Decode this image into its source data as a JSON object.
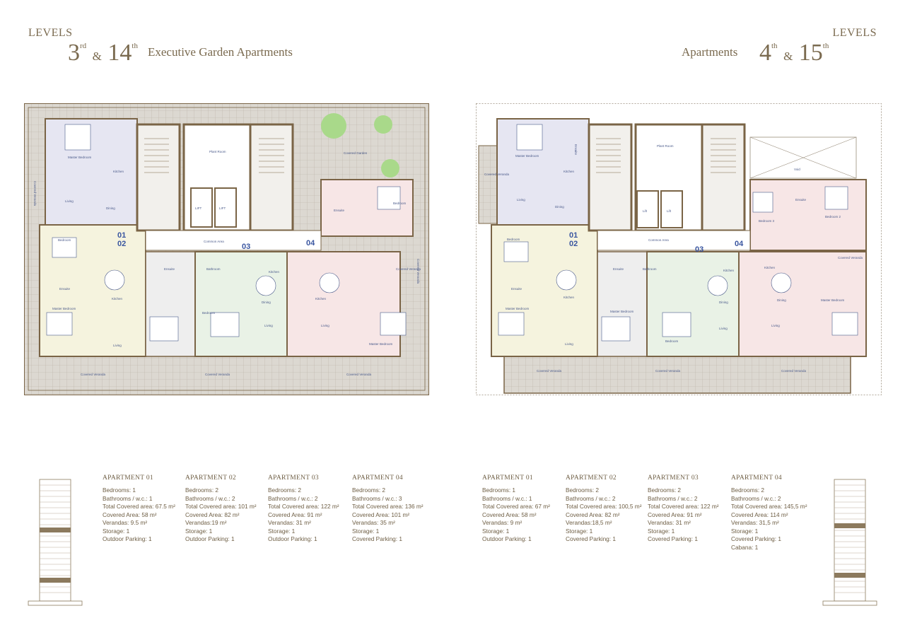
{
  "left": {
    "levels_word": "LEVELS",
    "level_a": "3",
    "level_a_sup": "rd",
    "amp": "&",
    "level_b": "14",
    "level_b_sup": "th",
    "subtitle": "Executive Garden Apartments",
    "plan": {
      "apt_numbers": [
        "01",
        "02",
        "03",
        "04"
      ],
      "rooms": [
        "Master Bedroom",
        "Kitchen",
        "Living",
        "Dining",
        "Plant Room",
        "LIFT",
        "LIFT",
        "Covered Garden",
        "Ensuite",
        "Bedroom",
        "Common Area",
        "Bedroom",
        "Ensuite",
        "Bathroom",
        "Ensuite",
        "Bathroom",
        "Kitchen",
        "Kitchen",
        "Kitchen",
        "Dining",
        "Living",
        "Living",
        "Living",
        "Bedroom",
        "Master Bedroom",
        "Master Bedroom",
        "Covered Veranda",
        "Covered Veranda",
        "Covered Veranda",
        "Covered Veranda",
        "Covered Veranda",
        "Covered Veranda"
      ]
    },
    "apartments": [
      {
        "title": "APARTMENT 01",
        "lines": [
          "Bedrooms: 1",
          "Bathrooms / w.c.: 1",
          "Total Covered area: 67.5 m²",
          "Covered Area: 58 m²",
          "Verandas: 9.5 m²",
          "Storage: 1",
          "Outdoor Parking: 1"
        ]
      },
      {
        "title": "APARTMENT 02",
        "lines": [
          "Bedrooms: 2",
          "Bathrooms / w.c.: 2",
          "Total Covered area: 101 m²",
          "Covered Area: 82 m²",
          "Verandas:19  m²",
          "Storage: 1",
          "Outdoor Parking: 1"
        ]
      },
      {
        "title": "APARTMENT 03",
        "lines": [
          "Bedrooms: 2",
          "Bathrooms / w.c.: 2",
          "Total Covered area: 122 m²",
          "Covered Area: 91 m²",
          "Verandas: 31 m²",
          "Storage: 1",
          "Outdoor Parking: 1"
        ]
      },
      {
        "title": "APARTMENT 04",
        "lines": [
          "Bedrooms: 2",
          "Bathrooms / w.c.: 3",
          "Total Covered area: 136 m²",
          "Covered Area: 101 m²",
          "Verandas: 35 m²",
          "Storage: 1",
          "Covered Parking: 1"
        ]
      }
    ]
  },
  "right": {
    "levels_word": "LEVELS",
    "subtitle": "Apartments",
    "level_a": "4",
    "level_a_sup": "th",
    "amp": "&",
    "level_b": "15",
    "level_b_sup": "th",
    "plan": {
      "apt_numbers": [
        "01",
        "02",
        "03",
        "04"
      ],
      "rooms": [
        "Master Bedroom",
        "Ensuite",
        "Kitchen",
        "Covered Veranda",
        "Living",
        "Dining",
        "Plant Room",
        "Lift",
        "Lift",
        "Void",
        "Ensuite",
        "Bedroom 2",
        "Bedroom 3",
        "Common Area",
        "Bedroom",
        "Ensuite",
        "Kitchen",
        "Ensuite",
        "Bathroom",
        "Kitchen",
        "Kitchen",
        "Covered Veranda",
        "Master Bedroom",
        "Dining",
        "Dining",
        "Living",
        "Living",
        "Living",
        "Master Bedroom",
        "Bedroom",
        "Covered Veranda",
        "Covered Veranda",
        "Covered Veranda"
      ]
    },
    "apartments": [
      {
        "title": "APARTMENT 01",
        "lines": [
          "Bedrooms: 1",
          "Bathrooms / w.c.: 1",
          "Total Covered area: 67 m²",
          "Covered Area: 58 m²",
          "Verandas: 9 m²",
          "Storage: 1",
          "Outdoor Parking: 1"
        ]
      },
      {
        "title": "APARTMENT 02",
        "lines": [
          "Bedrooms: 2",
          "Bathrooms / w.c.: 2",
          "Total Covered area: 100,5 m²",
          "Covered Area: 82 m²",
          "Verandas:18,5  m²",
          "Storage: 1",
          "Covered Parking: 1"
        ]
      },
      {
        "title": "APARTMENT 03",
        "lines": [
          "Bedrooms: 2",
          "Bathrooms / w.c.: 2",
          "Total Covered area: 122 m²",
          "Covered Area: 91 m²",
          "Verandas: 31 m²",
          "Storage: 1",
          "Covered Parking: 1"
        ]
      },
      {
        "title": "APARTMENT 04",
        "lines": [
          "Bedrooms: 2",
          "Bathrooms / w.c.: 2",
          "Total Covered area: 145,5 m²",
          "Covered Area: 114 m²",
          "Verandas: 31,5 m²",
          "Storage: 1",
          "Covered Parking: 1",
          "Cabana: 1"
        ]
      }
    ]
  },
  "colors": {
    "text": "#7a6a4f",
    "wall": "#7a6446",
    "apt01": "#e6e6f2",
    "apt01b": "#f5f3de",
    "apt02": "#e8f1e2",
    "apt03": "#e9f2e6",
    "apt04": "#f7e6e6",
    "veranda": "#d9d6d0",
    "accent_number": "#3a56a0",
    "tree": "#a9d98a",
    "tower_band": "#8c7a5e"
  }
}
